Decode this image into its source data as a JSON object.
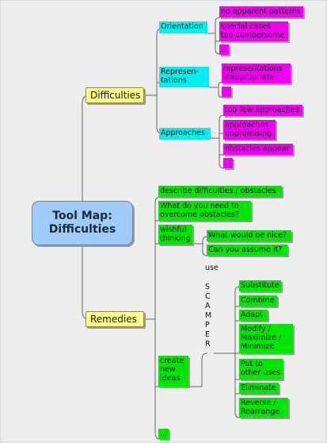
{
  "root": {
    "label": "Tool Map:\nDifficulties"
  },
  "difficulties": {
    "label": "Difficulties",
    "orientation": {
      "label": "Orientation",
      "items": [
        "no apparent patterns",
        "special cases\ntoo cumbersome",
        "..."
      ]
    },
    "representations": {
      "label": "Represen-\ntations",
      "items": [
        "representations\ninappropriate",
        "..."
      ]
    },
    "approaches": {
      "label": "Approaches",
      "items": [
        "too few approaches",
        "approaches\nunpromising",
        "obstacles appear",
        "..."
      ]
    }
  },
  "remedies": {
    "label": "Remedies",
    "describe": "describe difficulties / obstacles",
    "what_do_you_need": "What do you need to\novercome obstacles?",
    "wishful_thinking": {
      "label": "wishful\nthinking",
      "items": [
        "What would be nice?",
        "Can you assume it?"
      ]
    },
    "create_new_ideas": {
      "label": "create\nnew\nideas",
      "use_scamper": "use\n\nS\nC\nA\nM\nP\nE\nR",
      "scamper_items": [
        "Substitute",
        "Combine",
        "Adapt",
        "Modify /\nMaximize /\nMinimize",
        "Put to\nother uses",
        "Eliminate",
        "Reverse /\nRearrange"
      ]
    },
    "more": "..."
  },
  "colors": {
    "root_fill": "#9ecbf7",
    "branch_fill": "#ffff8c",
    "subtopic_fill": "#00f0f0",
    "difficulty_fill": "#f000f0",
    "remedy_fill": "#00e600",
    "background": "#ededed"
  }
}
